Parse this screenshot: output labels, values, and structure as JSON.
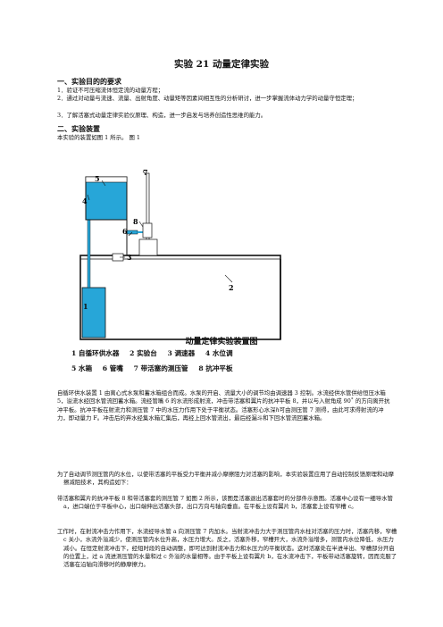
{
  "doc": {
    "title": "实验 21  动量定律实验",
    "sec1": {
      "heading": "一、实验目的的要求",
      "items": [
        "1．验证不可压缩流体恒定流的动量方程；",
        "2．通过对动量与流速、流量、出射角度、动量矩等因素间相互性的分析研讨，进一步掌握流体动力学的动量守恒定理；",
        "3．了解活塞式动量定律实验仪原理、构造，进一步启发与培养创造性思维的能力。"
      ]
    },
    "sec2": {
      "heading": "二、实验装置",
      "intro": "本实验的装置如图 1 所示。   图 1"
    },
    "figure": {
      "labels": [
        "1",
        "2",
        "3",
        "4",
        "5",
        "6",
        "7",
        "8"
      ],
      "caption": "动量定律实验装置图",
      "legend_row1": [
        "1 自循环供水器",
        "2 实验台",
        "3 调速器",
        "4 水位调"
      ],
      "legend_row2": [
        "5 水箱",
        "6 管嘴",
        "7 带活塞的测压管",
        "8 抗冲平板"
      ],
      "tank_color": "#27a6d8",
      "frame_color": "#111111"
    },
    "body": {
      "p1": "自循环供水装置 1 由离心式水泵和蓄水箱组合而成。水泵的开启、流量大小的调节均由调速器 3 控制。水流经供水管供给恒压水箱 5，溢流水经回水管流回蓄水箱。流经管嘴 6 的水流形成射流，冲击带活塞和翼片的抗冲平板 8，并以与入射角成 90˚ 的方向离开抗冲平板。抗冲平板在射流力和测压管 7 中的水压力作用下处于平衡状态。活塞形心水深",
      "p1_sym": "h",
      "p1_tail": "可由测压管 7 测得，由此可求得射流的冲力，即动量力 F。冲击后的弃水经集水箱汇集后，再经上回水管流出，最后经漏斗和下回水管流回蓄水箱。",
      "p2": "为了自动调节测压管内的水位，以使带活塞的平板受力平衡并减小摩擦阻力对活塞的影响，本实验装置应用了自动控制反馈原理和动摩擦减阻技术，其构造如下：",
      "p3": "带活塞和翼片的抗冲平板 8 和带活塞套的测压管 7 如图 2 所示，该图是活塞退出活塞套时的分部件示意图。活塞中心设有一细导水管 a，进口端位于平板中心，出口端伸出活塞头部，出口方向与轴向垂直。在平板上设有翼片 b，活塞套上设有窄槽 c。",
      "p4": "工作时，在射流冲击力作用下，水流经导水管 a 向测压管 7 内加水。当射流冲击力大于测压管内水柱对活塞的压力时，活塞内移，窄槽 c 关小，水流外溢减少，使测压管内水位升高，水压力增大。反之，活塞外移，窄槽开大，水流外溢增多，测管内水位降低，水压力减小。在恒定射流冲击下，经短时段的自动调整，即可达到射流冲击力和水压力的平衡状态。这时活塞处在半进半出、窄槽部分开启的位置上，过 a 流进测压管的水量和过 c 外溢的水量相等。由于平板上设有翼片 b，在水流冲击下，平板带动活塞旋转，因而克服了活塞在沿轴向滑移时的静摩擦力。"
    }
  }
}
